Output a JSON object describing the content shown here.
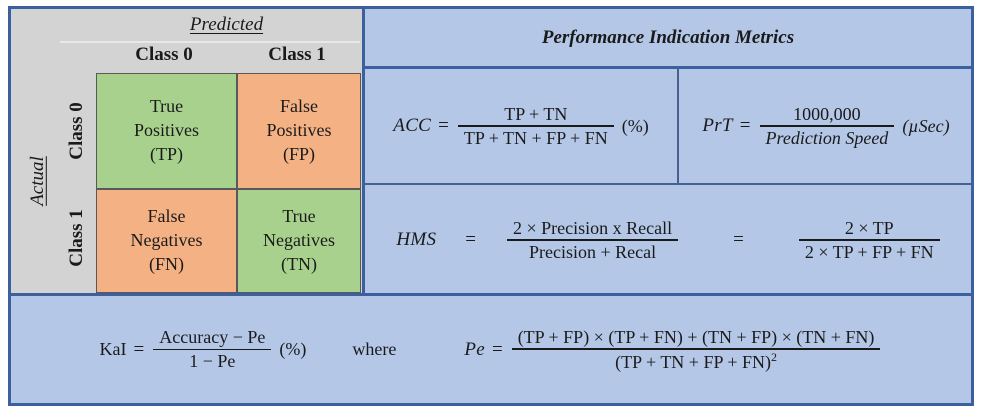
{
  "figure": {
    "type": "confusion-matrix-with-metrics-table",
    "colors": {
      "outer_border": "#3c5f9e",
      "header_gray": "#d3d3d3",
      "metrics_blue": "#b4c7e7",
      "correct_green": "#a9d18e",
      "error_orange": "#f4b183",
      "cell_border": "#595959"
    }
  },
  "confusion_matrix": {
    "predicted_header": "Predicted",
    "actual_header": "Actual",
    "column_headers": [
      "Class 0",
      "Class 1"
    ],
    "row_headers": [
      "Class 0",
      "Class 1"
    ],
    "cells": [
      {
        "position": "top-left",
        "line1": "True",
        "line2": "Positives",
        "abbr": "(TP)",
        "color": "#a9d18e"
      },
      {
        "position": "top-right",
        "line1": "False",
        "line2": "Positives",
        "abbr": "(FP)",
        "color": "#f4b183"
      },
      {
        "position": "bottom-left",
        "line1": "False",
        "line2": "Negatives",
        "abbr": "(FN)",
        "color": "#f4b183"
      },
      {
        "position": "bottom-right",
        "line1": "True",
        "line2": "Negatives",
        "abbr": "(TN)",
        "color": "#a9d18e"
      }
    ]
  },
  "metrics": {
    "title": "Performance Indication Metrics",
    "acc": {
      "name": "ACC",
      "equals": "=",
      "numerator": "TP  +  TN",
      "denominator": "TP  +  TN  +  FP  +  FN",
      "unit": "(%)"
    },
    "prt": {
      "name": "PrT",
      "equals": "=",
      "numerator": "1000,000",
      "denominator": "Prediction Speed",
      "unit": "(µSec)"
    },
    "hms": {
      "name": "HMS",
      "equals1": "=",
      "numerator1": "2 × Precision x Recall",
      "denominator1": "Precision +  Recal",
      "equals2": "=",
      "numerator2": "2 × TP",
      "denominator2": "2 × TP + FP + FN"
    },
    "kappa": {
      "name": "KaI",
      "equals": "=",
      "numerator": "Accuracy − Pe",
      "denominator": "1 − Pe",
      "unit": "(%)",
      "where": "where",
      "pe_name": "Pe",
      "pe_equals": "=",
      "pe_numerator": "(TP + FP) × (TP + FN) + (TN + FP) × (TN + FN)",
      "pe_denominator": "(TP + TN + FP + FN)",
      "pe_denominator_exponent": "2"
    }
  }
}
